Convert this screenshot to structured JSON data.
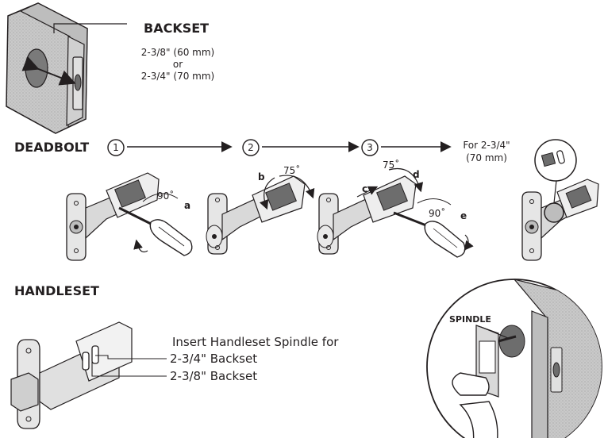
{
  "backset": {
    "title": "BACKSET",
    "option_1": "2-3/8\" (60 mm)",
    "or_word": "or",
    "option_2": "2-3/4\" (70 mm)"
  },
  "deadbolt": {
    "title": "DEADBOLT",
    "steps": [
      "1",
      "2",
      "3"
    ],
    "note_line_1": "For 2-3/4\"",
    "note_line_2": "(70 mm)",
    "labels": {
      "a": "a",
      "b": "b",
      "c": "c",
      "d": "d",
      "e": "e",
      "angle_90": "90˚",
      "angle_75": "75˚"
    }
  },
  "handleset": {
    "title": "HANDLESET",
    "instruction": "Insert Handleset Spindle for",
    "option_1": "2-3/4\" Backset",
    "option_2": "2-3/8\" Backset",
    "spindle_label": "SPINDLE"
  },
  "colors": {
    "ink": "#231f20",
    "fill_light": "#d9d9d9",
    "fill_mid": "#bdbdbd",
    "fill_dark": "#6d6d6d"
  }
}
